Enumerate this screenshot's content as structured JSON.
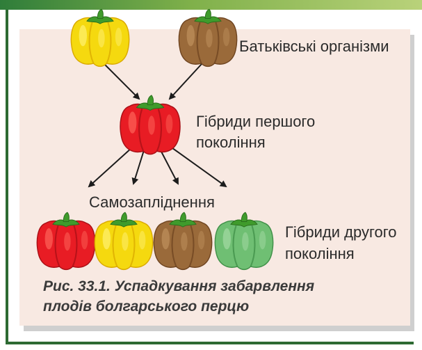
{
  "labels": {
    "parents": "Батьківські організми",
    "f1_line1": "Гібриди першого",
    "f1_line2": "покоління",
    "selfing": "Самозапліднення",
    "f2_line1": "Гібриди другого",
    "f2_line2": "покоління"
  },
  "caption": {
    "line1": "Рис. 33.1. Успадкування забарвлення",
    "line2": "плодів болгарського перцю"
  },
  "peppers": {
    "parents": [
      {
        "color_name": "yellow",
        "body": "#f5d90f",
        "shade": "#d9a800",
        "light": "#fff27a"
      },
      {
        "color_name": "brown",
        "body": "#9a6a3a",
        "shade": "#6e4420",
        "light": "#c1935f"
      }
    ],
    "f1": [
      {
        "color_name": "red",
        "body": "#e81c24",
        "shade": "#a80f16",
        "light": "#ff6a5e"
      }
    ],
    "f2": [
      {
        "color_name": "red",
        "body": "#e81c24",
        "shade": "#a80f16",
        "light": "#ff6a5e"
      },
      {
        "color_name": "yellow",
        "body": "#f5d90f",
        "shade": "#d9a800",
        "light": "#fff27a"
      },
      {
        "color_name": "brown",
        "body": "#9a6a3a",
        "shade": "#6e4420",
        "light": "#c1935f"
      },
      {
        "color_name": "light-green",
        "body": "#6fbf73",
        "shade": "#3f8f47",
        "light": "#a8dca8"
      }
    ],
    "stem": "#3f9b2c"
  },
  "colors": {
    "panel": "#f8e9e2",
    "frame": "#2d6a32",
    "arrow": "#1c1c1c"
  }
}
